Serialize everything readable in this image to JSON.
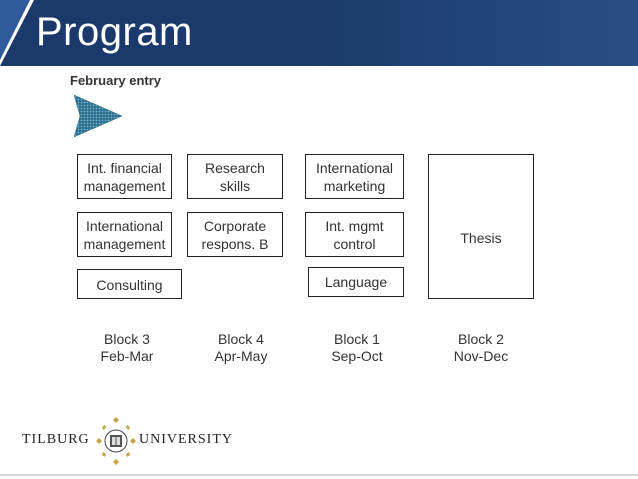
{
  "header": {
    "title": "Program",
    "color": "#1b3a6b"
  },
  "subtitle": "February entry",
  "arrow": {
    "icon": "right-arrow-icon",
    "color": "#3a8c9a"
  },
  "courses": [
    {
      "id": "int-financial",
      "lines": [
        "Int. financial",
        "management"
      ]
    },
    {
      "id": "intl-management",
      "lines": [
        "International",
        "management"
      ]
    },
    {
      "id": "consulting",
      "lines": [
        "Consulting"
      ]
    },
    {
      "id": "research-skills",
      "lines": [
        "Research",
        "skills"
      ]
    },
    {
      "id": "corporate-respons",
      "lines": [
        "Corporate",
        "respons. B"
      ]
    },
    {
      "id": "intl-marketing",
      "lines": [
        "International",
        "marketing"
      ]
    },
    {
      "id": "int-mgmt-control",
      "lines": [
        "Int. mgmt",
        "control"
      ]
    },
    {
      "id": "language",
      "lines": [
        "Language"
      ]
    },
    {
      "id": "thesis",
      "lines": [
        "Thesis"
      ]
    }
  ],
  "blocks": [
    {
      "name": "Block 3",
      "period": "Feb-Mar"
    },
    {
      "name": "Block 4",
      "period": "Apr-May"
    },
    {
      "name": "Block 1",
      "period": "Sep-Oct"
    },
    {
      "name": "Block 2",
      "period": "Nov-Dec"
    }
  ],
  "logo": {
    "left_word": "TILBURG",
    "right_word": "UNIVERSITY",
    "icon": "university-seal-icon",
    "accent": "#c9a14a"
  }
}
